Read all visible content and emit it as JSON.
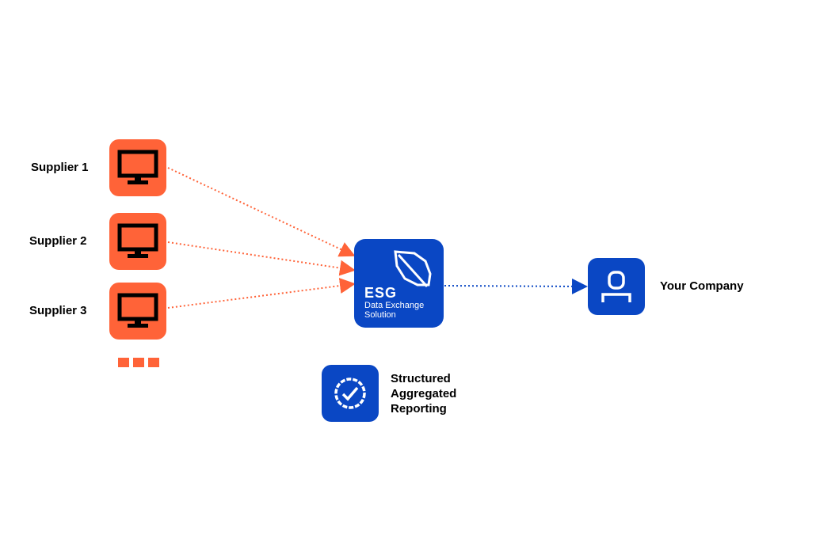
{
  "colors": {
    "supplier": "#ff6338",
    "brand": "#0a47c4",
    "icon_dark": "#000000",
    "icon_light": "#ffffff"
  },
  "suppliers": [
    {
      "label": "Supplier 1",
      "icon": "monitor-icon"
    },
    {
      "label": "Supplier 2",
      "icon": "monitor-icon"
    },
    {
      "label": "Supplier 3",
      "icon": "monitor-icon"
    }
  ],
  "more_suppliers_indicator": "ellipsis-squares",
  "hub": {
    "title": "ESG",
    "subtitle": "Data Exchange Solution",
    "icon": "leaf-icon"
  },
  "company": {
    "label": "Your Company",
    "icon": "user-icon"
  },
  "report": {
    "label": "Structured Aggregated Reporting",
    "icon": "check-circle-icon"
  }
}
